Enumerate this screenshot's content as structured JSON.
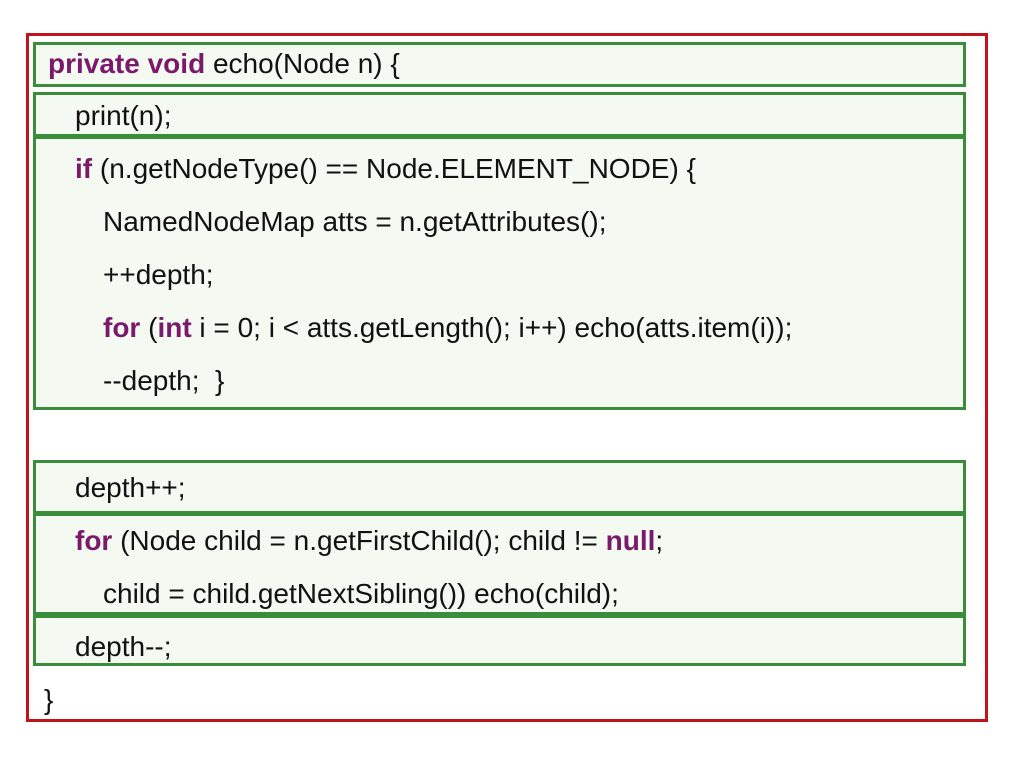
{
  "code": {
    "line1": {
      "kw1": "private",
      "kw2": "void",
      "rest": " echo(Node n) {"
    },
    "line2": {
      "text": "print(n);"
    },
    "line3": {
      "kw": "if",
      "rest": " (n.getNodeType() == Node.ELEMENT_NODE) {"
    },
    "line4": {
      "text": "NamedNodeMap atts = n.getAttributes();"
    },
    "line5": {
      "text": "++depth;"
    },
    "line6": {
      "kw1": "for",
      "mid1": " (",
      "kw2": "int",
      "rest": " i = 0; i < atts.getLength(); i++) echo(atts.item(i));"
    },
    "line7": {
      "text": "--depth;  }"
    },
    "line8": {
      "text": "depth++;"
    },
    "line9": {
      "kw1": "for",
      "mid": " (Node child = n.getFirstChild(); child != ",
      "kw2": "null",
      "rest": ";"
    },
    "line10": {
      "text": "child = child.getNextSibling()) echo(child);"
    },
    "line11": {
      "text": "depth--;"
    },
    "line12": {
      "text": "}"
    }
  },
  "colors": {
    "outer_border": "#c0141c",
    "block_border": "#3a8d3a",
    "keyword": "#7a1a6a"
  }
}
